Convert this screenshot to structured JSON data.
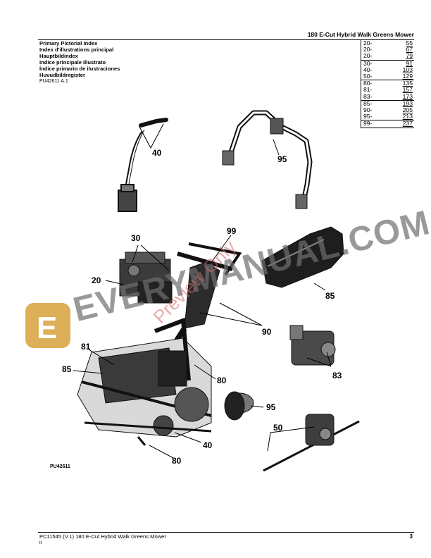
{
  "header": {
    "title": "180 E-Cut Hybrid Walk Greens Mower"
  },
  "titles": [
    "Primary Pictorial Index",
    "Index d'illustrations principal",
    "Hauptbildindex",
    "Indice principale illustrato",
    "Índice primario de ilustraciones",
    "Huvudbildregister"
  ],
  "doc_code": "PU42611 A.1",
  "index_rows": [
    {
      "section": "20-",
      "page": "55"
    },
    {
      "section": "20-",
      "page": "67"
    },
    {
      "section": "20-",
      "page": "79"
    },
    {
      "section": "30-",
      "page": "91"
    },
    {
      "section": "40-",
      "page": "103"
    },
    {
      "section": "50-",
      "page": "129"
    },
    {
      "section": "80-",
      "page": "135"
    },
    {
      "section": "81-",
      "page": "157"
    },
    {
      "section": "83-",
      "page": "173"
    },
    {
      "section": "85-",
      "page": "193"
    },
    {
      "section": "90-",
      "page": "205"
    },
    {
      "section": "95-",
      "page": "213"
    },
    {
      "section": "99-",
      "page": "237"
    }
  ],
  "callouts": {
    "top_left": "40",
    "top_right": "95",
    "engine_top": "30",
    "engine_left": "20",
    "handle": "99",
    "tank": "85",
    "handle_bottom": "90",
    "frame_81": "81",
    "frame_85": "85",
    "frame_80_right": "80",
    "gearbox": "83",
    "roller": "95",
    "shaft": "50",
    "motor": "40",
    "frame_80_bottom": "80"
  },
  "figure_code": "PU42611",
  "watermark": {
    "text": "EVERYMANUAL.COM",
    "logo_letter": "E",
    "overlay": "Preview Only"
  },
  "footer": {
    "left": "PC11545    (V.1)    180 E-Cut Hybrid Walk Greens Mower",
    "sub": "ii",
    "page": "3"
  }
}
